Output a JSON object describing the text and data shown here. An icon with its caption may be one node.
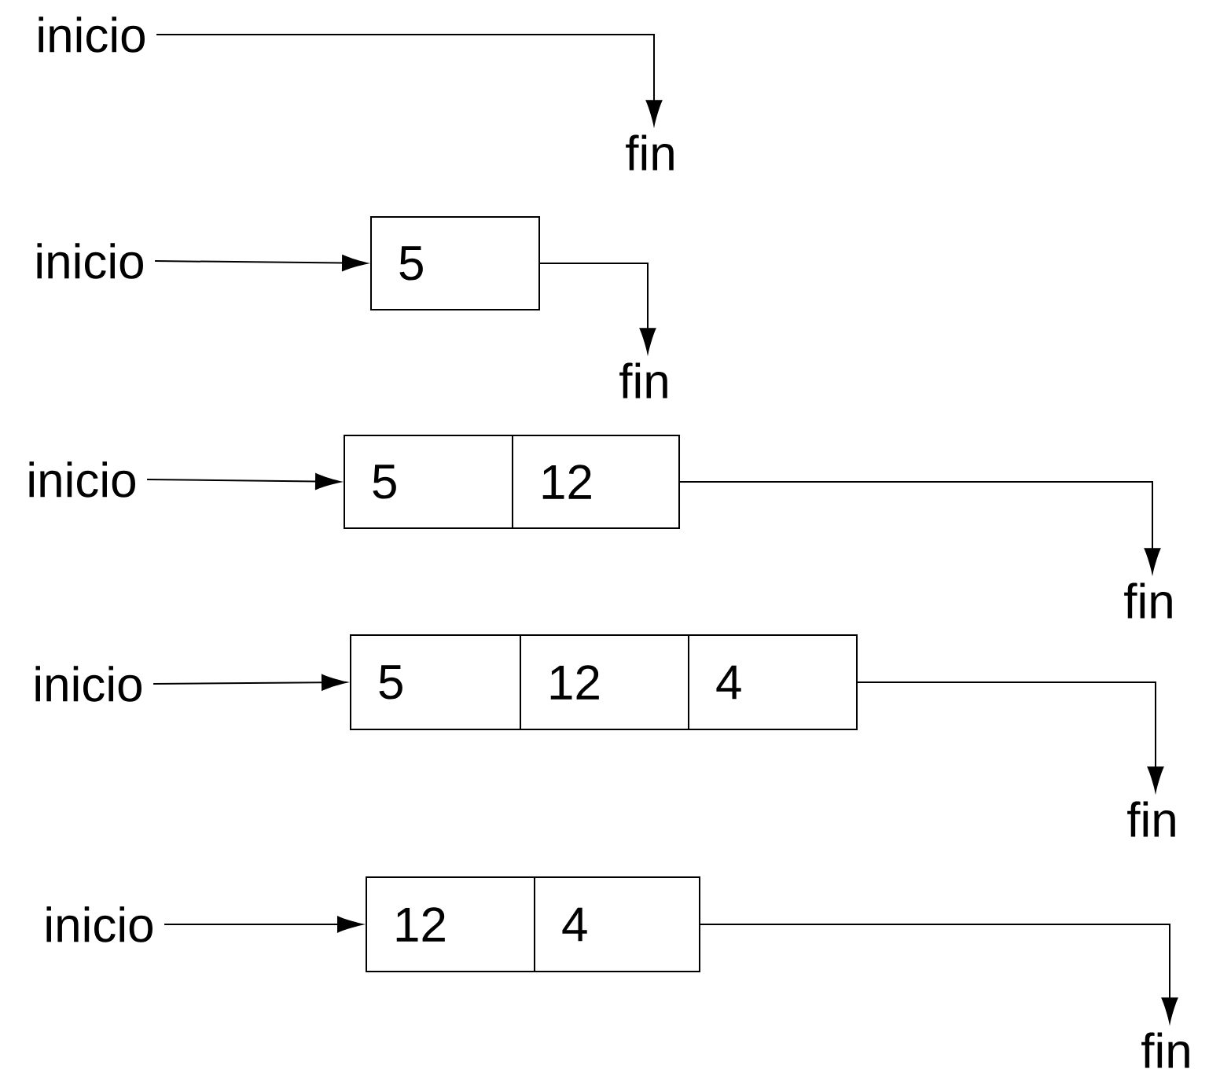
{
  "diagram": {
    "nodes": [
      {
        "text": [
          "inicio"
        ]
      },
      {
        "text": [
          "fin"
        ]
      },
      {
        "text": [
          "inicio"
        ]
      },
      {
        "text": [
          "5"
        ]
      },
      {
        "text": [
          "fin"
        ]
      },
      {
        "text": [
          "inicio"
        ]
      },
      {
        "text": [
          "5"
        ]
      },
      {
        "text": [
          "12"
        ]
      },
      {
        "text": [
          "fin"
        ]
      },
      {
        "text": [
          "inicio"
        ]
      },
      {
        "text": [
          "5"
        ]
      },
      {
        "text": [
          "12"
        ]
      },
      {
        "text": [
          "4"
        ]
      },
      {
        "text": [
          "fin"
        ]
      },
      {
        "text": [
          "inicio"
        ]
      },
      {
        "text": [
          "12"
        ]
      },
      {
        "text": [
          "4"
        ]
      },
      {
        "text": [
          "fin"
        ]
      }
    ],
    "edges": [
      {
        "from": 0,
        "to": 1,
        "arrow": "to"
      },
      {
        "from": 2,
        "to": 3,
        "arrow": "to"
      },
      {
        "from": 3,
        "to": 4,
        "arrow": "to"
      },
      {
        "from": 5,
        "to": 6,
        "arrow": "to"
      },
      {
        "from": 7,
        "to": 8,
        "arrow": "to"
      },
      {
        "from": 9,
        "to": 10,
        "arrow": "to"
      },
      {
        "from": 12,
        "to": 13,
        "arrow": "to"
      },
      {
        "from": 14,
        "to": 15,
        "arrow": "to"
      },
      {
        "from": 16,
        "to": 17,
        "arrow": "to"
      }
    ]
  }
}
